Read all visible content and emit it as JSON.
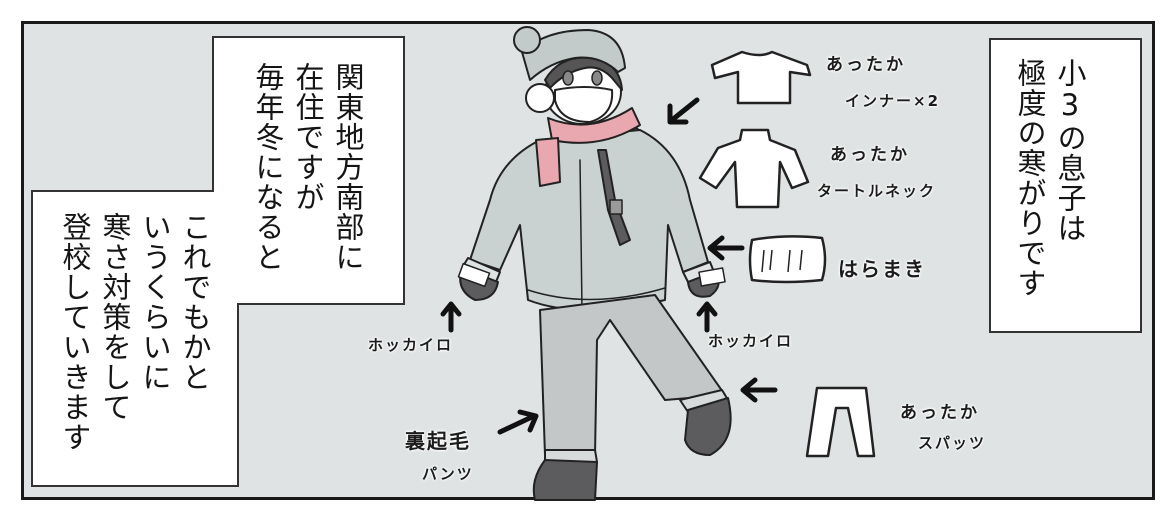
{
  "colors": {
    "panel_bg": "#dfe3e3",
    "border": "#1a1a1a",
    "caption_bg": "#ffffff",
    "coat": "#c9d2d1",
    "hat": "#c2cbca",
    "scarf": "#e9a7b0",
    "pants": "#c4c7c7",
    "dark_gear": "#5c5b5d"
  },
  "captions": {
    "right": {
      "lines": [
        "小3の息子は",
        "極度の寒がりです"
      ]
    },
    "middle": {
      "lines": [
        "関東地方南部に",
        "在住ですが",
        "毎年冬になると"
      ]
    },
    "left": {
      "lines": [
        "これでもかと",
        "いうくらいに",
        "寒さ対策をして",
        "登校していきます"
      ]
    }
  },
  "labels": {
    "inner": {
      "line1": "あったか",
      "line2": "インナー×2"
    },
    "turtleneck": {
      "line1": "あったか",
      "line2": "タートルネック"
    },
    "haramaki": {
      "line1": "はらまき"
    },
    "hokkairo_left": {
      "line1": "ホッカイロ"
    },
    "hokkairo_right": {
      "line1": "ホッカイロ"
    },
    "uraki_pants": {
      "line1": "裏起毛",
      "line2": "パンツ"
    },
    "spats": {
      "line1": "あったか",
      "line2": "スパッツ"
    }
  }
}
